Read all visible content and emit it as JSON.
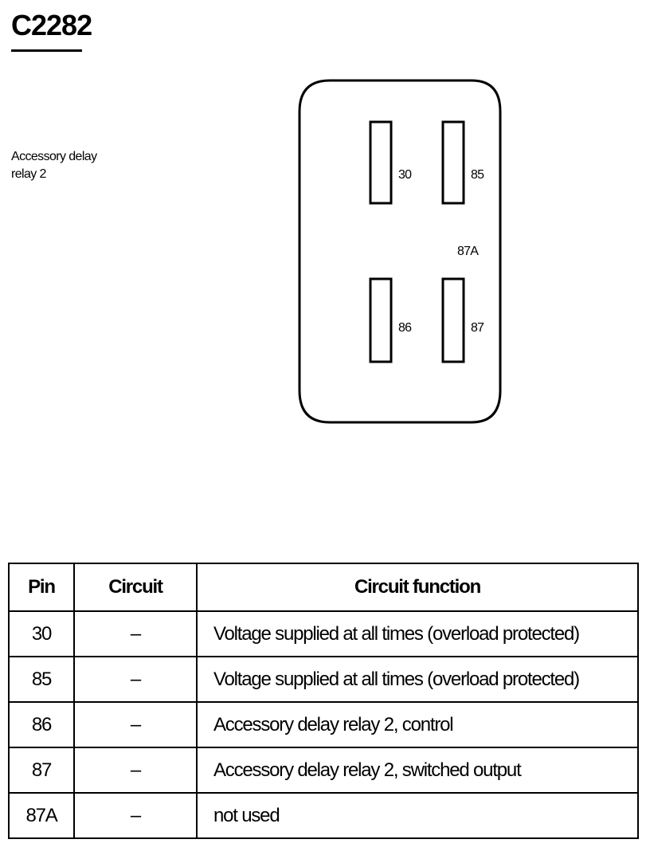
{
  "connector_id": "C2282",
  "component_label": {
    "line1": "Accessory delay",
    "line2": "relay 2"
  },
  "terminals": {
    "t30": "30",
    "t85": "85",
    "t87a": "87A",
    "t86": "86",
    "t87": "87"
  },
  "table": {
    "headers": {
      "pin": "Pin",
      "circuit": "Circuit",
      "function": "Circuit function"
    },
    "rows": [
      {
        "pin": "30",
        "circuit": "–",
        "function": "Voltage supplied at all times (overload protected)"
      },
      {
        "pin": "85",
        "circuit": "–",
        "function": "Voltage supplied at all times (overload protected)"
      },
      {
        "pin": "86",
        "circuit": "–",
        "function": "Accessory delay relay 2, control"
      },
      {
        "pin": "87",
        "circuit": "–",
        "function": "Accessory delay relay 2, switched output"
      },
      {
        "pin": "87A",
        "circuit": "–",
        "function": "not used"
      }
    ]
  }
}
